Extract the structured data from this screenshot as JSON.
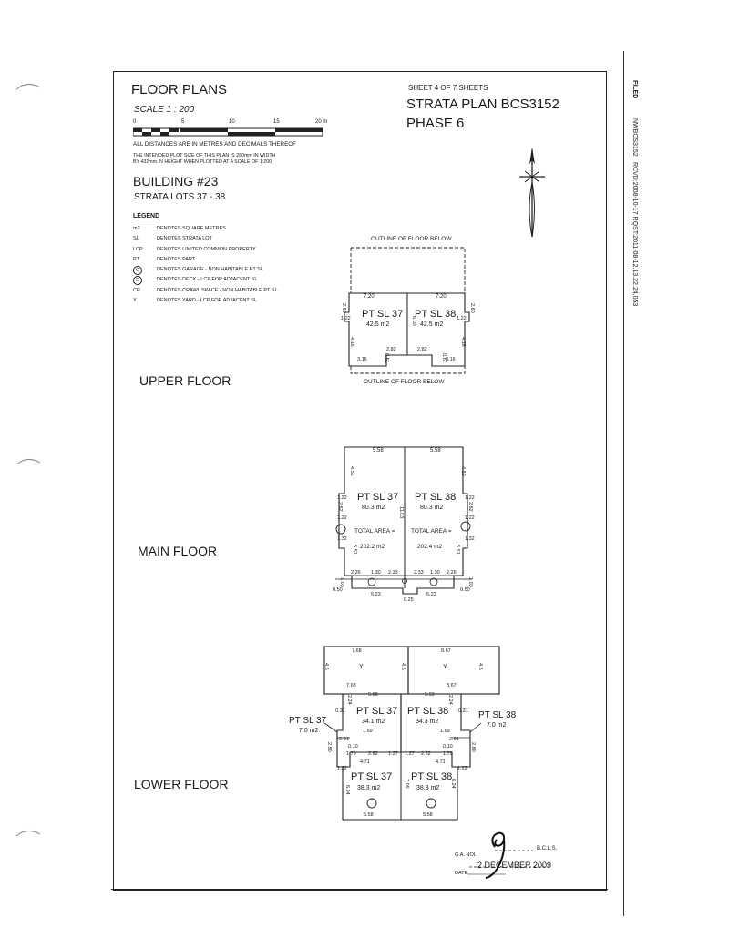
{
  "header": {
    "title": "FLOOR PLANS",
    "scale": "SCALE  1 : 200",
    "scale_ticks": [
      "0",
      "5",
      "10",
      "15",
      "20 m"
    ],
    "distances_note": "ALL DISTANCES ARE IN METRES AND DECIMALS THEREOF",
    "plot_note_1": "THE INTENDED PLOT SIZE OF THIS PLAN IS 280mm IN WIDTH",
    "plot_note_2": "BY 432mm IN HEIGHT WHEN PLOTTED AT A SCALE OF 1:200",
    "building": "BUILDING #23",
    "strata_lots": "STRATA LOTS 37 - 38",
    "sheet": "SHEET 4 OF 7 SHEETS",
    "plan": "STRATA PLAN BCS3152",
    "phase": "PHASE 6"
  },
  "legend": {
    "title": "LEGEND",
    "items": [
      {
        "key": "m2",
        "text": "DENOTES SQUARE METRES"
      },
      {
        "key": "SL",
        "text": "DENOTES STRATA LOT"
      },
      {
        "key": "LCP",
        "text": "DENOTES LIMITED COMMON PROPERTY"
      },
      {
        "key": "PT",
        "text": "DENOTES PART"
      },
      {
        "key": "G",
        "text": "DENOTES GARAGE - NON HABITABLE PT SL"
      },
      {
        "key": "D",
        "text": "DENOTES DECK - LCP FOR ADJACENT SL"
      },
      {
        "key": "CR",
        "text": "DENOTES CRAWL SPACE - NON HABITABLE PT SL"
      },
      {
        "key": "Y",
        "text": "DENOTES YARD - LCP FOR ADJACENT SL"
      }
    ]
  },
  "side_notes": {
    "filed": "FILED",
    "plan_no": "NWBCS3152",
    "dates": "RCVD:2008-10-17  RQST:2011-08-12.13.22.24.053"
  },
  "upper_floor": {
    "label": "UPPER FLOOR",
    "outline_top": "OUTLINE OF FLOOR BELOW",
    "outline_bottom": "OUTLINE OF FLOOR BELOW",
    "lot37_name": "PT SL 37",
    "lot37_area": "42.5 m2",
    "lot38_name": "PT SL 38",
    "lot38_area": "42.5 m2",
    "dims": [
      "7.20",
      "7.20",
      "2.60",
      "1.22",
      "2.60",
      "1.22",
      "4.16",
      "6.03",
      "4.16",
      "2.82",
      "2.82",
      "0.61",
      "0.61",
      "3.16",
      "3.16"
    ]
  },
  "main_floor": {
    "label": "MAIN FLOOR",
    "lot37_name": "PT SL 37",
    "lot37_area": "80.3 m2",
    "lot38_name": "PT SL 38",
    "lot38_area": "80.3 m2",
    "total37_label": "TOTAL AREA =",
    "total37_value": "202.2 m2",
    "total38_label": "TOTAL AREA =",
    "total38_value": "202.4 m2",
    "dims": [
      "5.58",
      "5.58",
      "4.52",
      "4.52",
      "1.22",
      "1.22",
      "2.62",
      "2.62",
      "1.22",
      "1.22",
      "1.32",
      "1.32",
      "5.51",
      "11.03",
      "5.51",
      "2.26",
      "1.30",
      "2.33",
      "2.33",
      "1.30",
      "2.26",
      "5.23",
      "5.23",
      "0.25",
      "1.03",
      "1.03",
      "0.50",
      "0.50"
    ]
  },
  "lower_floor": {
    "label": "LOWER FLOOR",
    "yard_left": "Y",
    "yard_right": "Y",
    "yard_dims": [
      "7.68",
      "8.67",
      "4.5",
      "4.5",
      "4.5",
      "7.68",
      "8.67"
    ],
    "lot37_name": "PT SL 37",
    "lot37_area": "34.1 m2",
    "lot38_name": "PT SL 38",
    "lot38_area": "34.3 m2",
    "lot37_ext_name": "PT SL 37",
    "lot37_ext_area": "7.0 m2",
    "lot38_ext_name": "PT SL 38",
    "lot38_ext_area": "7.0 m2",
    "lot37_lower_name": "PT SL 37",
    "lot37_lower_area": "38.3 m2",
    "lot38_lower_name": "PT SL 38",
    "lot38_lower_area": "38.3 m2",
    "dims": [
      "5.88",
      "5.93",
      "0.31",
      "0.31",
      "2.24",
      "2.24",
      "1.69",
      "1.69",
      "2.91",
      "2.91",
      "2.60",
      "2.60",
      "0.10",
      "0.10",
      "1.79",
      "1.79",
      "2.82",
      "2.82",
      "1.27",
      "1.27",
      "4.71",
      "4.71",
      "1.22",
      "1.22",
      "6.24",
      "7.05",
      "6.24",
      "5.58",
      "5.58"
    ]
  },
  "signature": {
    "bcls": "B.C.L.S.",
    "name_label": "G.A. NOL",
    "date_label": "DATE",
    "date": "2  DECEMBER  2009"
  }
}
